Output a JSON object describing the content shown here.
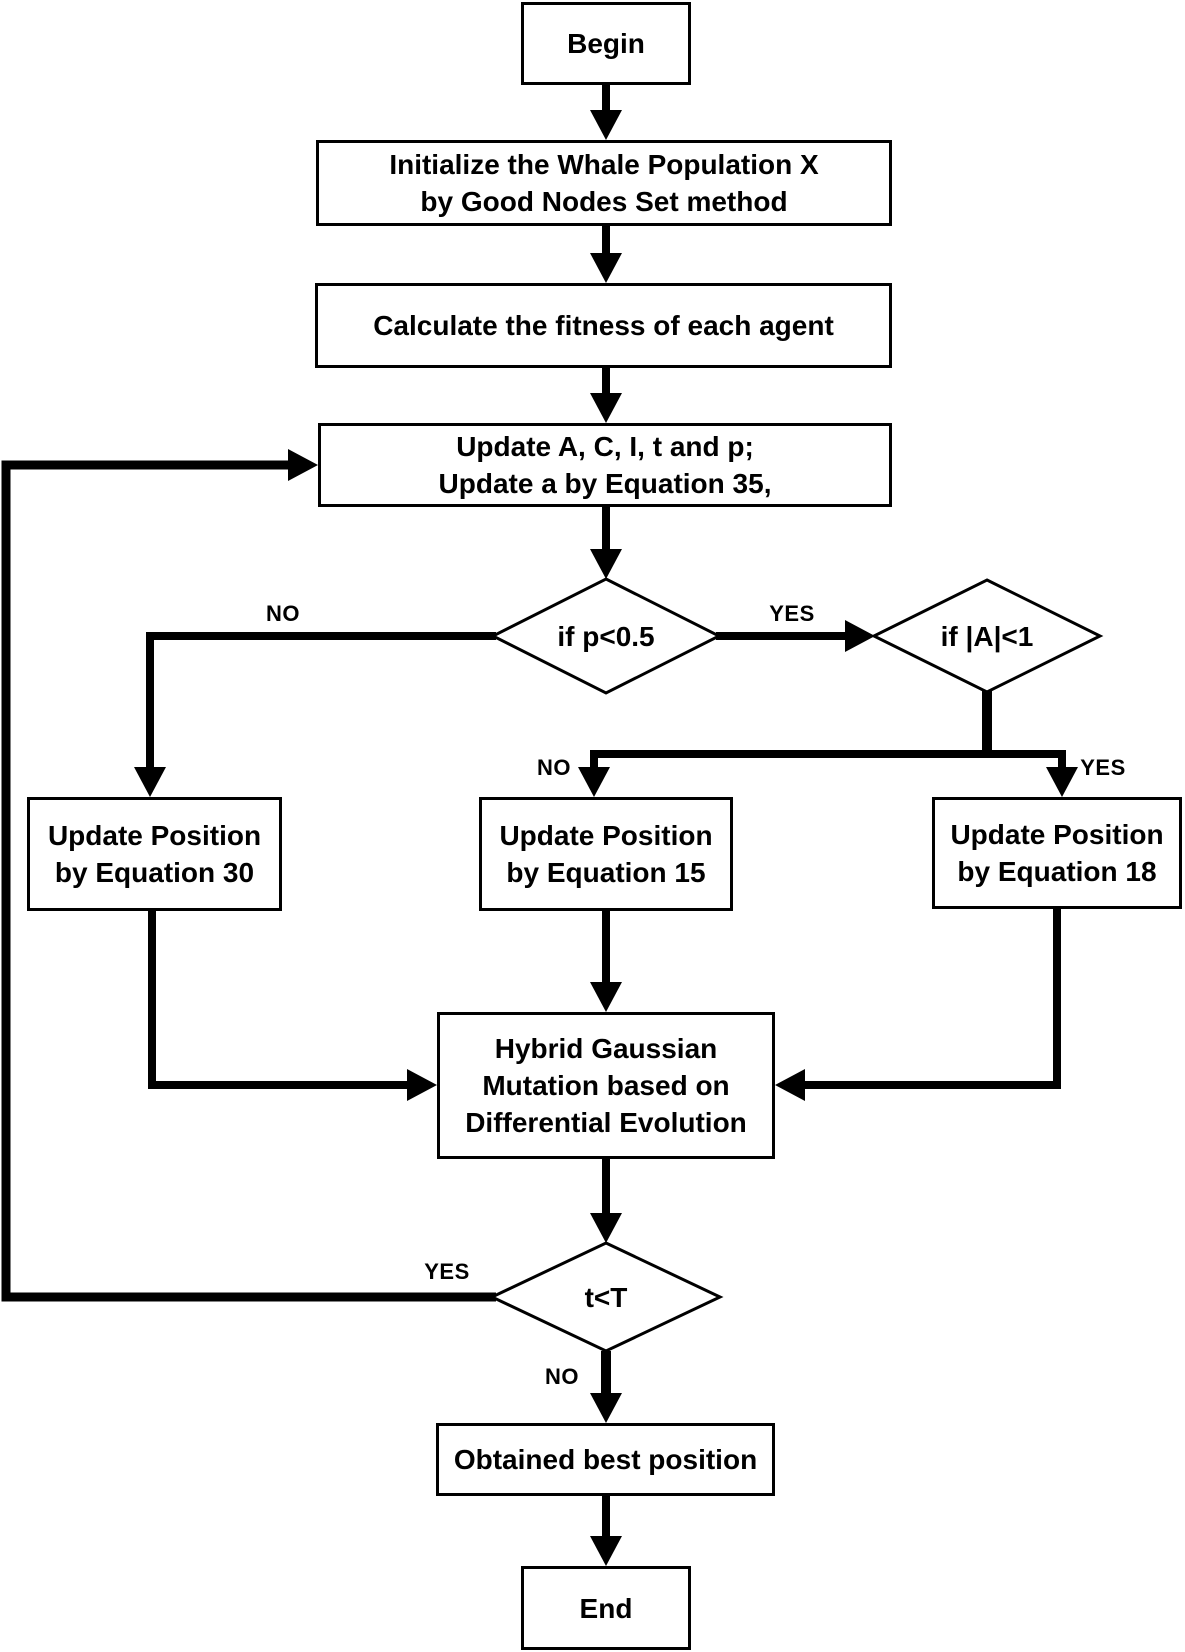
{
  "nodes": {
    "begin": {
      "lines": [
        "Begin"
      ]
    },
    "init": {
      "lines": [
        "Initialize the Whale Population X",
        "by Good Nodes Set method"
      ]
    },
    "fitness": {
      "lines": [
        "Calculate the fitness of each agent"
      ]
    },
    "update_params": {
      "lines": [
        "Update A, C, I, t and p;",
        "Update a by Equation 35,"
      ]
    },
    "decision_p": {
      "label": "if p<0.5"
    },
    "decision_a": {
      "label": "if |A|<1"
    },
    "eq30": {
      "lines": [
        "Update Position",
        "by Equation 30"
      ]
    },
    "eq15": {
      "lines": [
        "Update Position",
        "by Equation 15"
      ]
    },
    "eq18": {
      "lines": [
        "Update Position",
        "by Equation 18"
      ]
    },
    "hybrid": {
      "lines": [
        "Hybrid Gaussian",
        "Mutation based on",
        "Differential Evolution"
      ]
    },
    "decision_t": {
      "label": "t<T"
    },
    "obtained": {
      "lines": [
        "Obtained best position"
      ]
    },
    "end": {
      "lines": [
        "End"
      ]
    }
  },
  "edge_labels": {
    "p_no": "NO",
    "p_yes": "YES",
    "a_no": "NO",
    "a_yes": "YES",
    "t_yes": "YES",
    "t_no": "NO"
  },
  "colors": {
    "line": "#000000",
    "fill": "#ffffff",
    "text": "#000000"
  }
}
